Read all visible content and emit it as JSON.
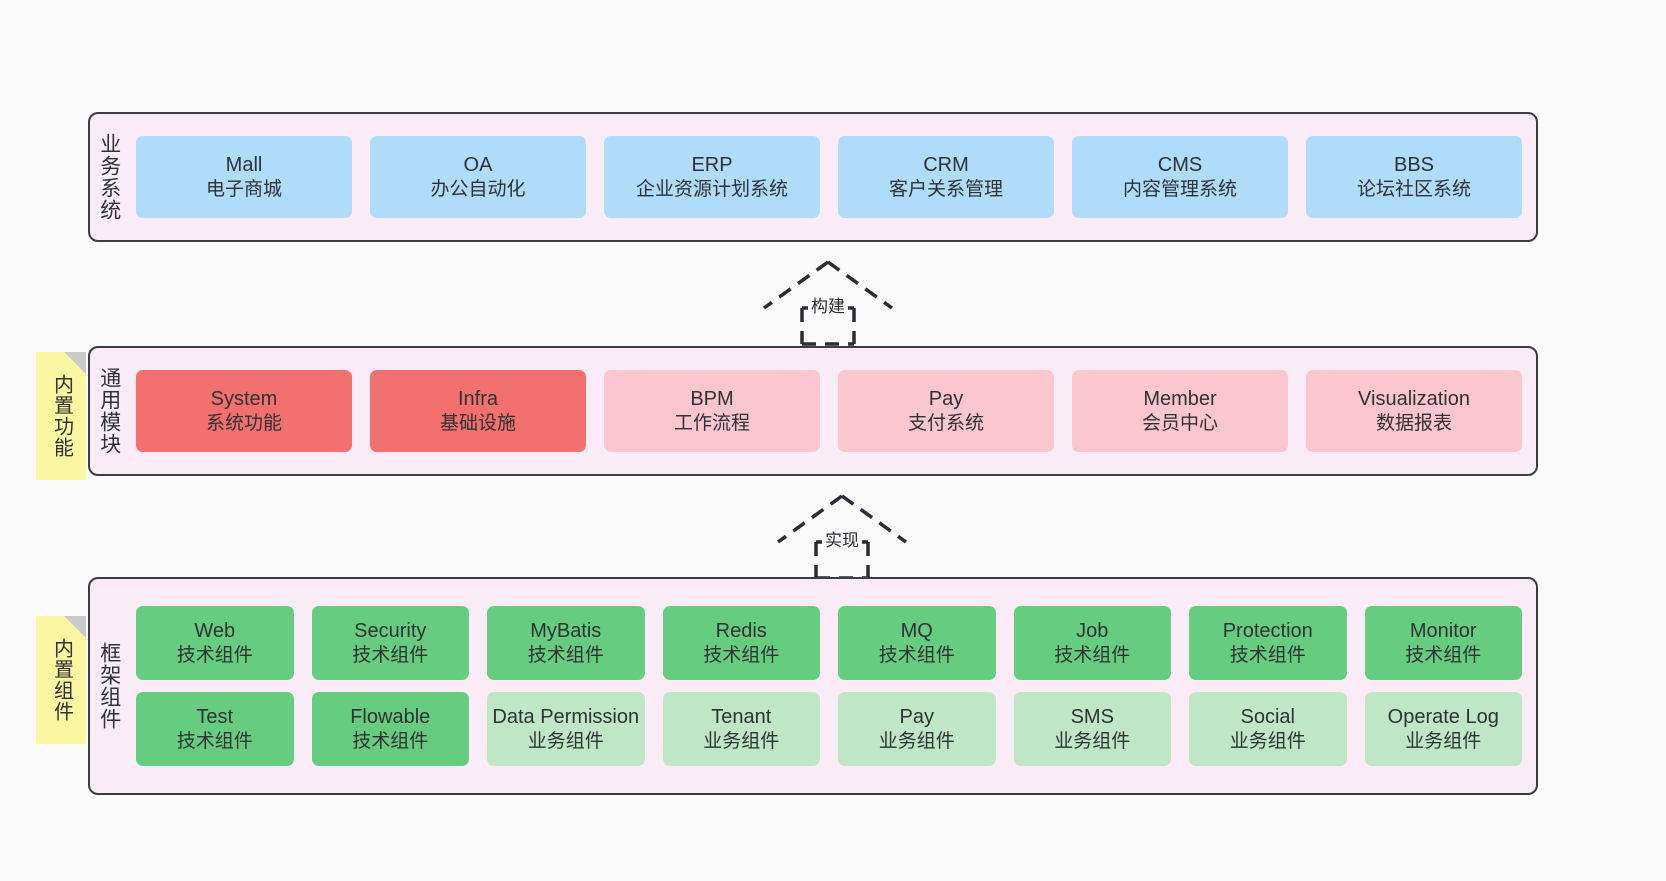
{
  "diagram": {
    "background_color": "#fafafa",
    "panel_color": "#f9ecf6",
    "panel_border_color": "#3c3c44",
    "note_color": "#fbf7a0"
  },
  "layers": [
    {
      "title": "业务系统",
      "rows": [
        {
          "cards": [
            {
              "en": "Mall",
              "cn": "电子商城",
              "color": "#afdcf8",
              "style": "c-blue"
            },
            {
              "en": "OA",
              "cn": "办公自动化",
              "color": "#afdcf8",
              "style": "c-blue"
            },
            {
              "en": "ERP",
              "cn": "企业资源计划系统",
              "color": "#afdcf8",
              "style": "c-blue"
            },
            {
              "en": "CRM",
              "cn": "客户关系管理",
              "color": "#afdcf8",
              "style": "c-blue"
            },
            {
              "en": "CMS",
              "cn": "内容管理系统",
              "color": "#afdcf8",
              "style": "c-blue"
            },
            {
              "en": "BBS",
              "cn": "论坛社区系统",
              "color": "#afdcf8",
              "style": "c-blue"
            }
          ]
        }
      ]
    },
    {
      "title": "通用模块",
      "note": "内置功能",
      "rows": [
        {
          "cards": [
            {
              "en": "System",
              "cn": "系统功能",
              "color": "#f2706e",
              "style": "c-red"
            },
            {
              "en": "Infra",
              "cn": "基础设施",
              "color": "#f2706e",
              "style": "c-red"
            },
            {
              "en": "BPM",
              "cn": "工作流程",
              "color": "#fbc6cd",
              "style": "c-pink"
            },
            {
              "en": "Pay",
              "cn": "支付系统",
              "color": "#fbc6cd",
              "style": "c-pink"
            },
            {
              "en": "Member",
              "cn": "会员中心",
              "color": "#fbc6cd",
              "style": "c-pink"
            },
            {
              "en": "Visualization",
              "cn": "数据报表",
              "color": "#fbc6cd",
              "style": "c-pink"
            }
          ]
        }
      ]
    },
    {
      "title": "框架组件",
      "note": "内置组件",
      "rows": [
        {
          "cards": [
            {
              "en": "Web",
              "cn": "技术组件",
              "color": "#66cc7f",
              "style": "c-green"
            },
            {
              "en": "Security",
              "cn": "技术组件",
              "color": "#66cc7f",
              "style": "c-green"
            },
            {
              "en": "MyBatis",
              "cn": "技术组件",
              "color": "#66cc7f",
              "style": "c-green"
            },
            {
              "en": "Redis",
              "cn": "技术组件",
              "color": "#66cc7f",
              "style": "c-green"
            },
            {
              "en": "MQ",
              "cn": "技术组件",
              "color": "#66cc7f",
              "style": "c-green"
            },
            {
              "en": "Job",
              "cn": "技术组件",
              "color": "#66cc7f",
              "style": "c-green"
            },
            {
              "en": "Protection",
              "cn": "技术组件",
              "color": "#66cc7f",
              "style": "c-green"
            },
            {
              "en": "Monitor",
              "cn": "技术组件",
              "color": "#66cc7f",
              "style": "c-green"
            }
          ]
        },
        {
          "cards": [
            {
              "en": "Test",
              "cn": "技术组件",
              "color": "#66cc7f",
              "style": "c-green"
            },
            {
              "en": "Flowable",
              "cn": "技术组件",
              "color": "#66cc7f",
              "style": "c-green"
            },
            {
              "en": "Data Permission",
              "cn": "业务组件",
              "color": "#bfe7c6",
              "style": "c-lightgreen"
            },
            {
              "en": "Tenant",
              "cn": "业务组件",
              "color": "#bfe7c6",
              "style": "c-lightgreen"
            },
            {
              "en": "Pay",
              "cn": "业务组件",
              "color": "#bfe7c6",
              "style": "c-lightgreen"
            },
            {
              "en": "SMS",
              "cn": "业务组件",
              "color": "#bfe7c6",
              "style": "c-lightgreen"
            },
            {
              "en": "Social",
              "cn": "业务组件",
              "color": "#bfe7c6",
              "style": "c-lightgreen"
            },
            {
              "en": "Operate Log",
              "cn": "业务组件",
              "color": "#bfe7c6",
              "style": "c-lightgreen"
            }
          ]
        }
      ]
    }
  ],
  "connectors": [
    {
      "label": "构建"
    },
    {
      "label": "实现"
    }
  ]
}
